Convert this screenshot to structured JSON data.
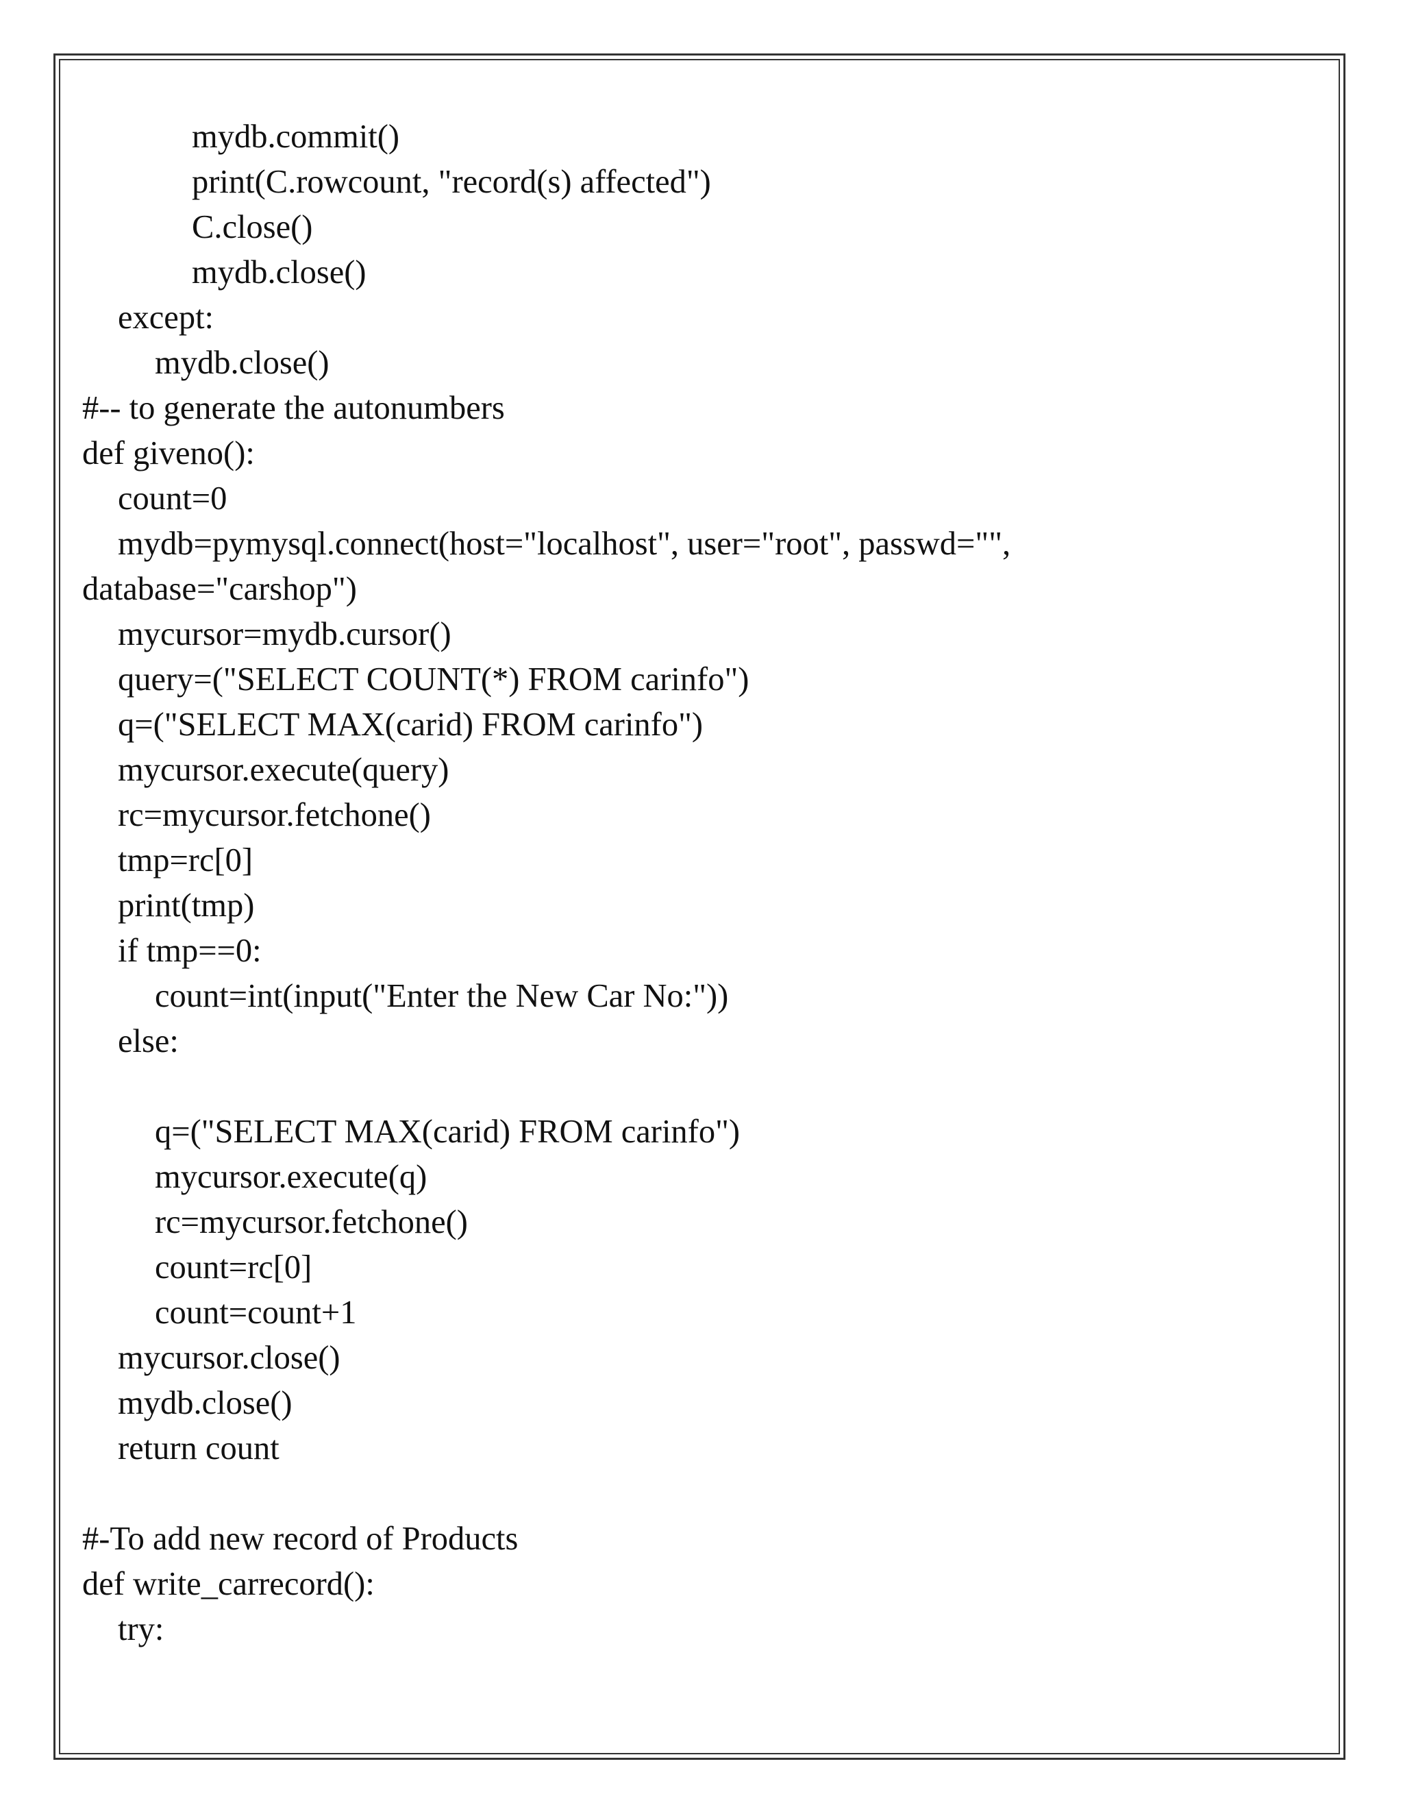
{
  "code_lines": [
    "mydb.commit()",
    "print(C.rowcount, \"record(s) affected\")",
    "C.close()",
    "mydb.close()",
    "except:",
    "mydb.close()",
    "#-- to generate the autonumbers",
    "def giveno():",
    "count=0",
    "mydb=pymysql.connect(host=\"localhost\", user=\"root\", passwd=\"\",",
    "database=\"carshop\")",
    "mycursor=mydb.cursor()",
    "query=(\"SELECT COUNT(*) FROM carinfo\")",
    "q=(\"SELECT MAX(carid) FROM carinfo\")",
    "mycursor.execute(query)",
    "rc=mycursor.fetchone()",
    "tmp=rc[0]",
    "print(tmp)",
    "if tmp==0:",
    "count=int(input(\"Enter the New Car No:\"))",
    "else:",
    "q=(\"SELECT MAX(carid) FROM carinfo\")",
    "mycursor.execute(q)",
    "rc=mycursor.fetchone()",
    "count=rc[0]",
    "count=count+1",
    "mycursor.close()",
    "mydb.close()",
    "return count",
    "#-To add new record of Products",
    "def write_carrecord():",
    "try:"
  ]
}
